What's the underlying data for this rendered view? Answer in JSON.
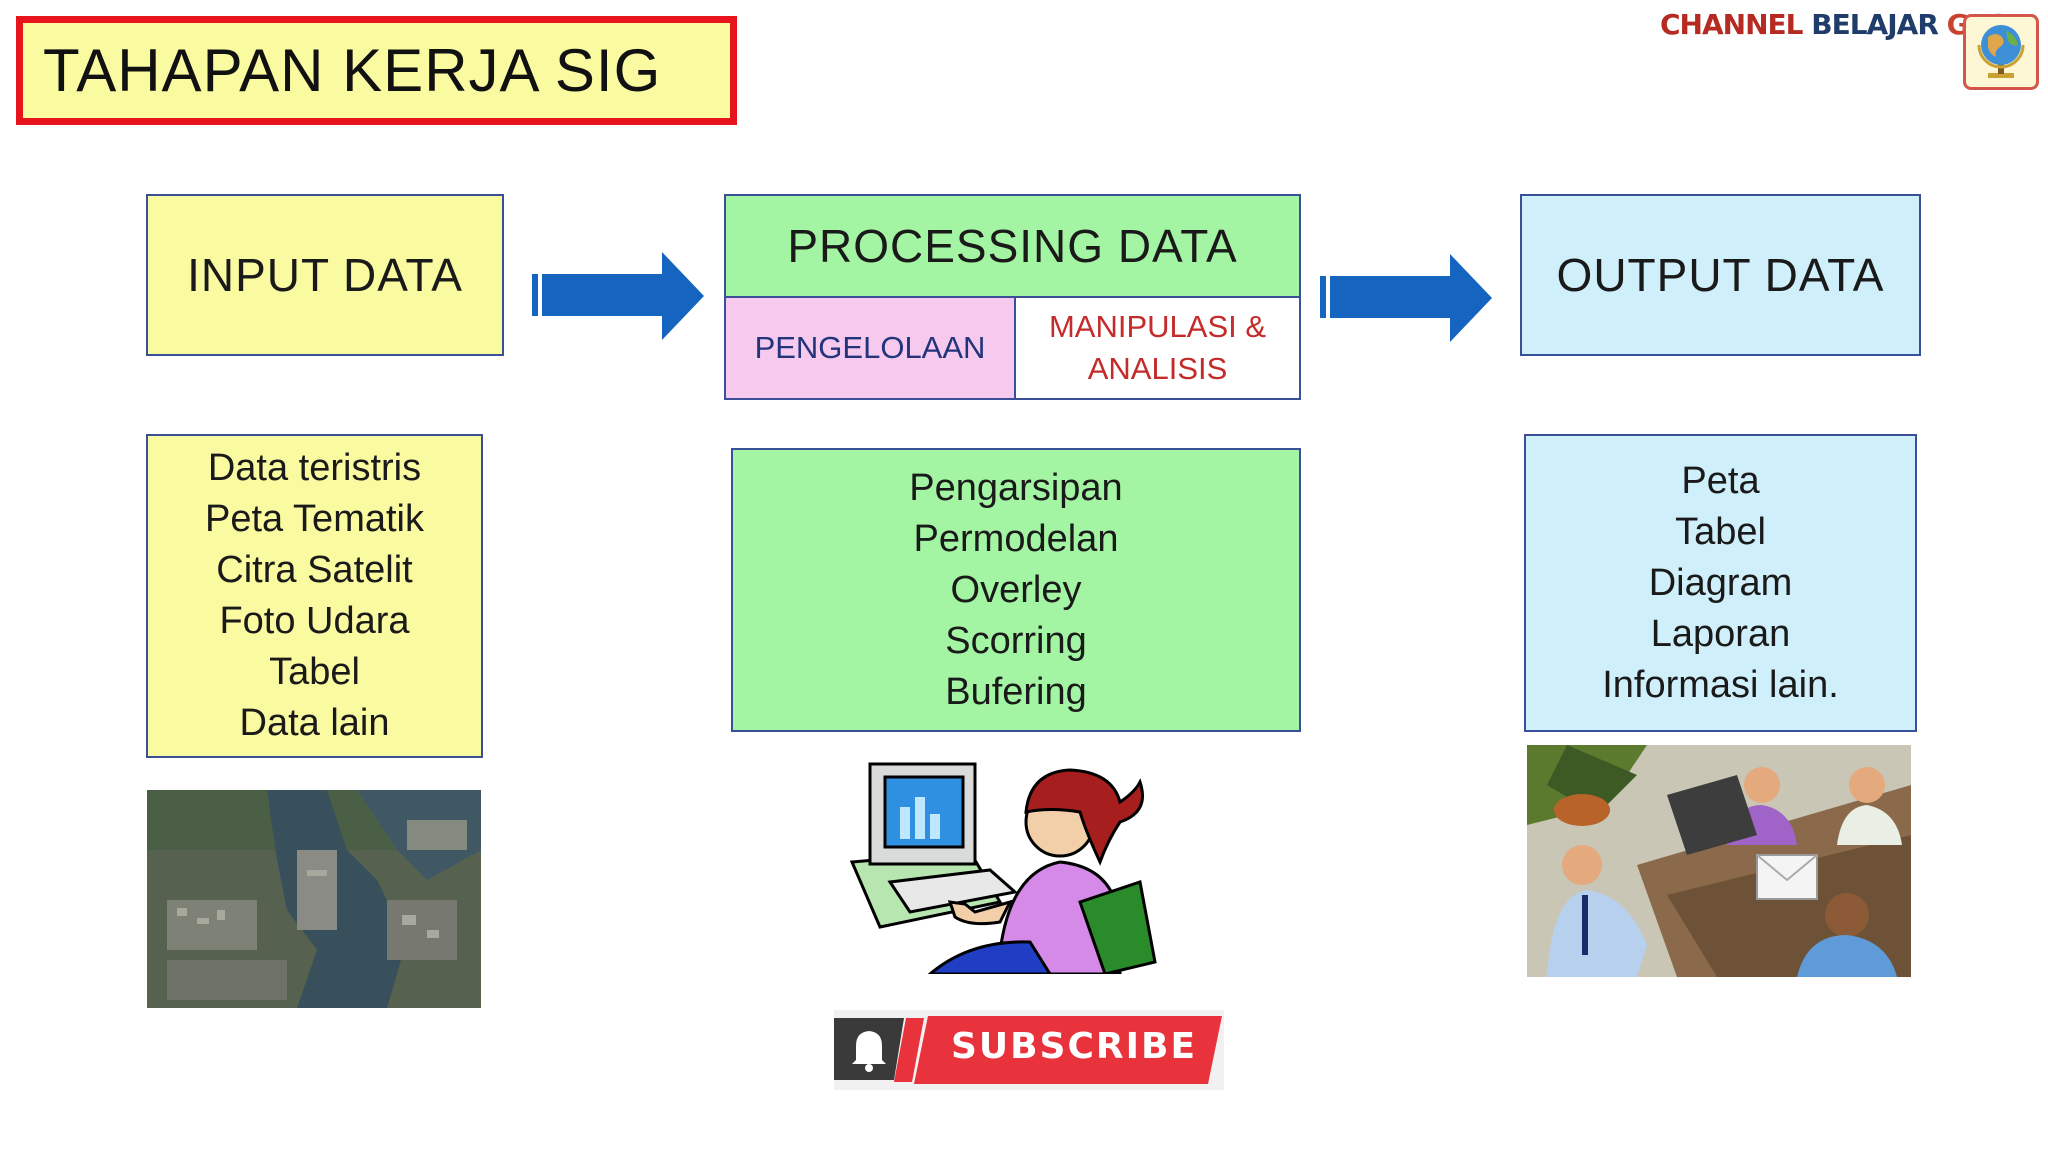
{
  "title": "TAHAPAN KERJA SIG",
  "brand": {
    "word1": "CHANNEL",
    "word2": "BELAJAR",
    "word3": "GEO"
  },
  "input": {
    "heading": "INPUT DATA",
    "items": [
      "Data teristris",
      "Peta Tematik",
      "Citra Satelit",
      "Foto Udara",
      "Tabel",
      "Data lain"
    ]
  },
  "processing": {
    "heading": "PROCESSING DATA",
    "sub_left": "PENGELOLAAN",
    "sub_right_line1": "MANIPULASI &",
    "sub_right_line2": "ANALISIS",
    "items": [
      "Pengarsipan",
      "Permodelan",
      "Overley",
      "Scorring",
      "Bufering"
    ]
  },
  "output": {
    "heading": "OUTPUT DATA",
    "items": [
      "Peta",
      "Tabel",
      "Diagram",
      "Laporan",
      "Informasi lain."
    ]
  },
  "subscribe": {
    "label": "SUBSCRIBE"
  },
  "colors": {
    "title_border": "#e8141b",
    "title_fill": "#fafaa0",
    "input_fill": "#fafaa0",
    "processing_fill": "#a3f5a3",
    "pengelolaan_fill": "#f6c9ef",
    "output_fill": "#cfeffa",
    "arrow": "#1565c0",
    "manipulasi_text": "#c42b2b",
    "subscribe_red": "#e8323c"
  },
  "icons": {
    "arrows": "arrow-right-icon",
    "subscribe": "bell-icon",
    "brand": "globe-icon"
  }
}
